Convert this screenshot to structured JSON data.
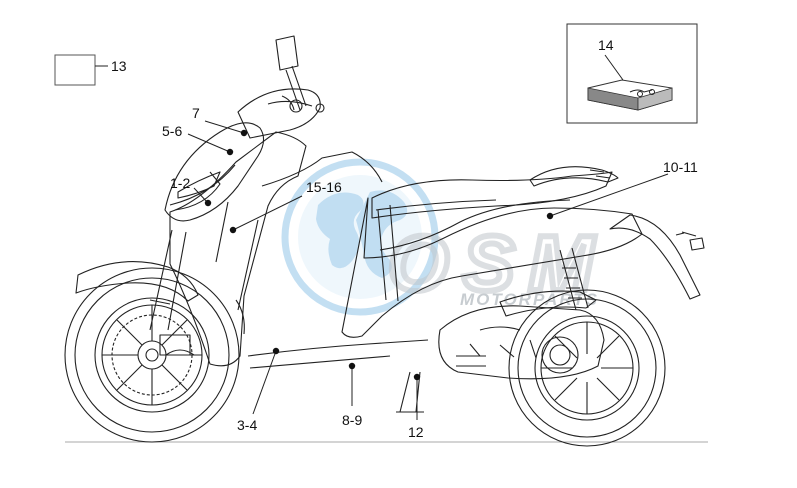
{
  "diagram": {
    "watermark": {
      "brand": "OSM",
      "tagline": "MOTORPARTS",
      "colors": {
        "globe": "#4a9fd8",
        "globe_light": "#cfe6f6",
        "text": "#9aa3ab"
      }
    },
    "callouts": [
      {
        "id": "13",
        "label": "13"
      },
      {
        "id": "7",
        "label": "7"
      },
      {
        "id": "5-6",
        "label": "5-6"
      },
      {
        "id": "1-2",
        "label": "1-2"
      },
      {
        "id": "15-16",
        "label": "15-16"
      },
      {
        "id": "14",
        "label": "14"
      },
      {
        "id": "10-11",
        "label": "10-11"
      },
      {
        "id": "3-4",
        "label": "3-4"
      },
      {
        "id": "8-9",
        "label": "8-9"
      },
      {
        "id": "12",
        "label": "12"
      }
    ],
    "colors": {
      "line": "#222222",
      "faint": "#9a9a9a",
      "ground": "#aaaaaa"
    }
  }
}
